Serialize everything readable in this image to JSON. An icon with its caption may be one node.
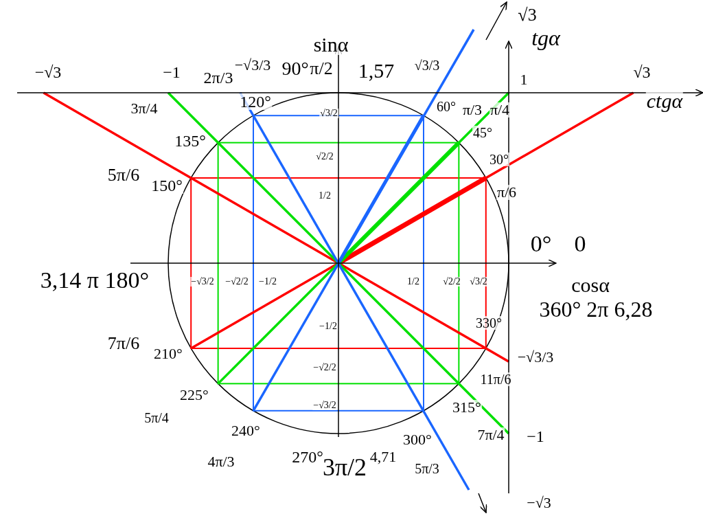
{
  "diagram": {
    "labels": [
      "√3",
      "sinα",
      "tgα",
      "−√3/3",
      "√3/3",
      "90°",
      "π/2",
      "1,57",
      "−√3",
      "−1",
      "1",
      "√3",
      "2π/3",
      "ctgα",
      "3π/4",
      "120°",
      "60°",
      "π/3",
      "π/4",
      "√3/2",
      "45°",
      "135°",
      "√2/2",
      "30°",
      "5π/6",
      "π/6",
      "150°",
      "1/2",
      "0°",
      "0",
      "3,14 π 180°",
      "−√3/2",
      "−√2/2",
      "−1/2",
      "1/2",
      "√2/2",
      "√3/2",
      "cosα",
      "360° 2π 6,28",
      "330°",
      "−1/2",
      "7π/6",
      "210°",
      "−√3/3",
      "11π/6",
      "−√2/2",
      "225°",
      "−√3/2",
      "5π/4",
      "315°",
      "240°",
      "7π/4",
      "−1",
      "300°",
      "270°",
      "3π/2",
      "4,71",
      "4π/3",
      "5π/3",
      "−√3"
    ]
  }
}
